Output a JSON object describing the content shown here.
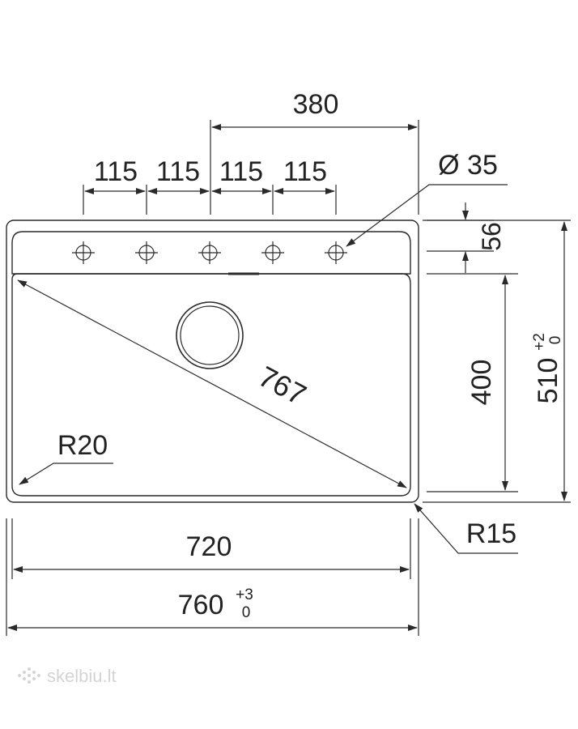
{
  "colors": {
    "line": "#2a2a2a",
    "background": "#ffffff",
    "watermark": "#d4d4d4"
  },
  "dimensions": {
    "top_span": "380",
    "hole_spacing": [
      "115",
      "115",
      "115",
      "115"
    ],
    "hole_diameter": "Ø 35",
    "deck_depth": "56",
    "bowl_depth": "400",
    "overall_depth": {
      "value": "510",
      "tol_upper": "+2",
      "tol_lower": "0"
    },
    "diagonal": "767",
    "inner_radius": "R20",
    "outer_radius": "R15",
    "bowl_width": "720",
    "overall_width": {
      "value": "760",
      "tol_upper": "+3",
      "tol_lower": "0"
    }
  },
  "features": {
    "tap_hole_count": 5
  },
  "watermark": {
    "icon": "snowflake-dots-icon",
    "text": "skelbiu.lt"
  }
}
